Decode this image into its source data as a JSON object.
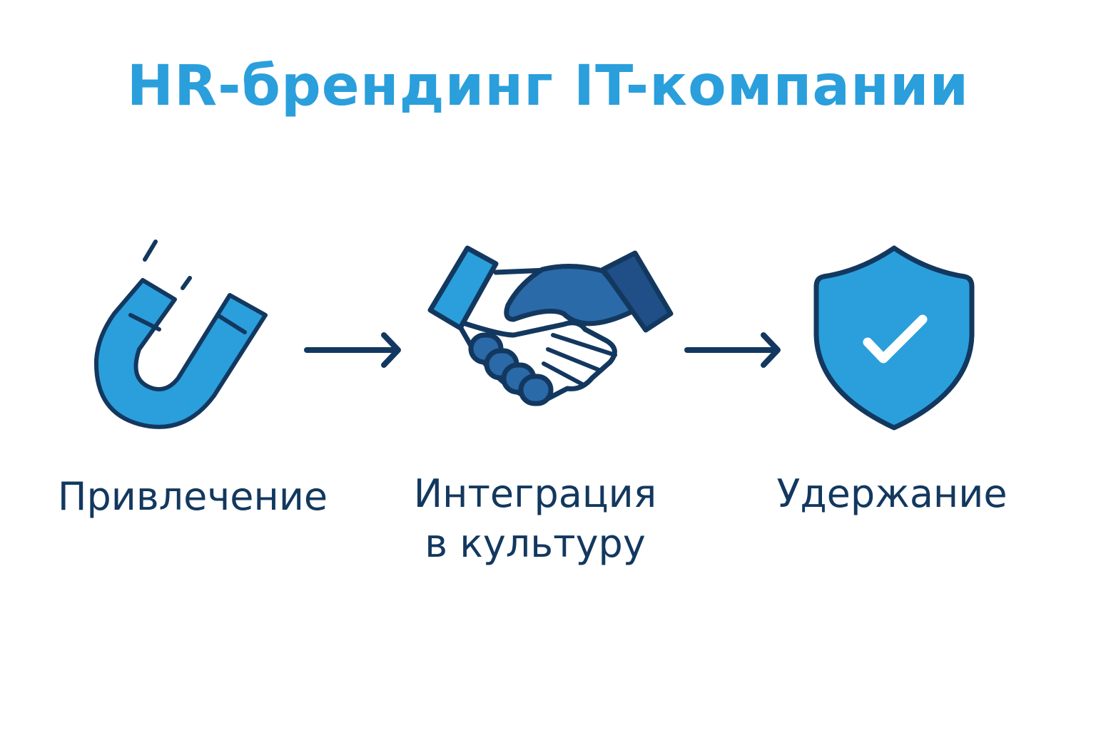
{
  "colors": {
    "title": "#2a9fdc",
    "stroke": "#13385f",
    "fill_light": "#2a9fdc",
    "fill_mid": "#2b6aa8",
    "fill_dark": "#1f4f86",
    "label": "#13385f"
  },
  "title": "HR-брендинг IT-компании",
  "steps": [
    {
      "icon": "magnet-icon",
      "label_lines": [
        "Привлечение"
      ]
    },
    {
      "icon": "handshake-icon",
      "label_lines": [
        "Интеграция",
        "в культуру"
      ]
    },
    {
      "icon": "shield-check-icon",
      "label_lines": [
        "Удержание"
      ]
    }
  ]
}
